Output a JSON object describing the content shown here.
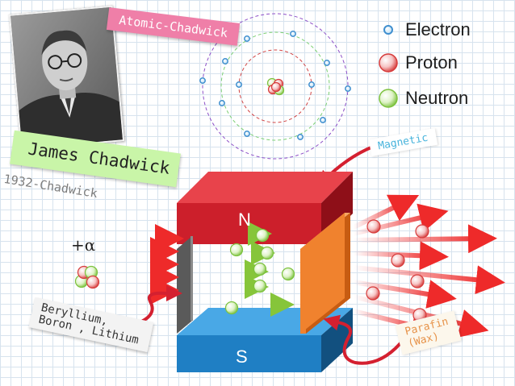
{
  "labels": {
    "atomic_tag": "Atomic-Chadwick",
    "name_tag": "James Chadwick",
    "year_tag": "1932-Chadwick",
    "magnetic_tag": "Magnetic",
    "materials_tag": "Beryllium, Boron , Lithium",
    "parafin_tag": "Parafin\n(Wax)",
    "alpha_label": "+α",
    "north_pole": "N",
    "south_pole": "S"
  },
  "legend": [
    {
      "label": "Electron",
      "particle": "electron"
    },
    {
      "label": "Proton",
      "particle": "proton"
    },
    {
      "label": "Neutron",
      "particle": "neutron"
    }
  ],
  "colors": {
    "electron": "#5aa8dc",
    "proton": "#e05a5a",
    "neutron": "#8ad24a",
    "north_magnet": "#cc1f2b",
    "south_magnet": "#1f7fc4",
    "beryllium_plate": "#7f7f7f",
    "parafin_plate": "#f0822e",
    "arrow_red": "#ee2a2a",
    "arrow_green": "#86c53a",
    "pointer_red": "#d42030"
  },
  "icons": [
    "portrait-photo",
    "atom-model-icon",
    "magnet-icon"
  ]
}
